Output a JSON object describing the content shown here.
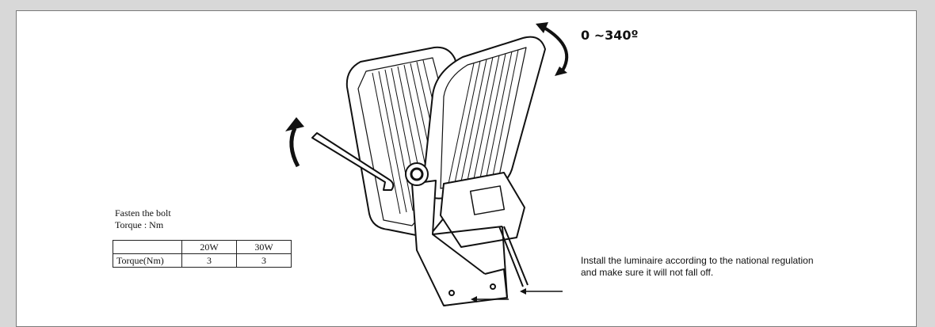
{
  "rotation": {
    "label": "0  ~340º"
  },
  "bolt": {
    "title_line1": "Fasten the bolt",
    "title_line2": "Torque : Nm"
  },
  "torque_table": {
    "headers": [
      "",
      "20W",
      "30W"
    ],
    "rows": [
      {
        "label": "Torque(Nm)",
        "values": [
          "3",
          "3"
        ]
      }
    ]
  },
  "install_note": {
    "line1": "Install the luminaire according to the national regulation",
    "line2": "and make sure it will not fall off."
  },
  "colors": {
    "line": "#111111",
    "page": "#ffffff",
    "frame": "#d8d8d8"
  },
  "icons": [
    "rotate-arrow-icon",
    "tilt-arrow-icon",
    "push-arrow-icon"
  ]
}
